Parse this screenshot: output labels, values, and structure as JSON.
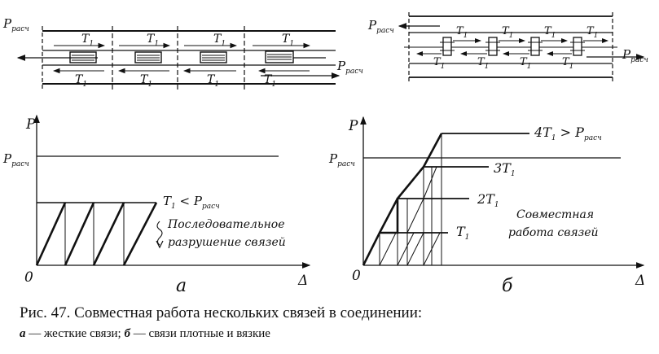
{
  "top_left": {
    "p_label": "P",
    "p_sub": "расч",
    "t_label": "T",
    "t_sub": "1"
  },
  "top_right": {
    "p_label": "P",
    "p_sub": "расч",
    "t_label": "T",
    "t_sub": "1"
  },
  "graph_a": {
    "y_axis": "P",
    "origin": "0",
    "x_axis": "Δ",
    "p_rasch": "P",
    "p_rasch_sub": "расч",
    "cond_pre": "T",
    "cond_sub": "1",
    "cond_post": " < P",
    "cond_post_sub": "расч",
    "note_line1": "Последовательное",
    "note_line2": "разрушение связей",
    "letter": "а"
  },
  "graph_b": {
    "y_axis": "P",
    "origin": "0",
    "x_axis": "Δ",
    "p_rasch": "P",
    "p_rasch_sub": "расч",
    "level4_pre": "4T",
    "level4_sub": "1",
    "level4_post": " > P",
    "level4_post_sub": "расч",
    "level3_pre": "3T",
    "level3_sub": "1",
    "level2_pre": "2T",
    "level2_sub": "1",
    "level1_pre": "T",
    "level1_sub": "1",
    "note_line1": "Совместная",
    "note_line2": "работа связей",
    "letter": "б"
  },
  "caption": {
    "line1": "Рис. 47. Совместная работа нескольких связей в соединении:",
    "a_letter": "а",
    "a_text": " — жесткие связи; ",
    "b_letter": "б",
    "b_text": " — связи плотные и вязкие"
  }
}
